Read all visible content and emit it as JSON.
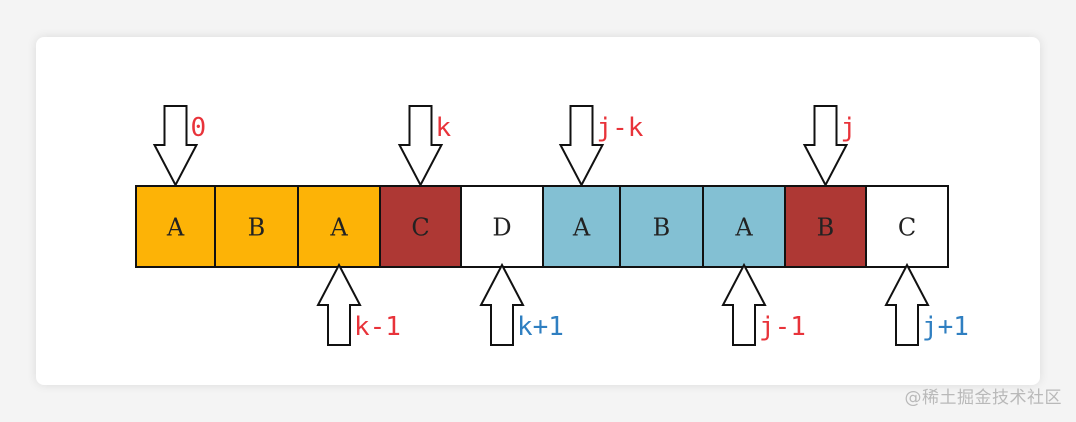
{
  "diagram": {
    "colors": {
      "orange": "#FDB306",
      "red": "#AE3834",
      "white": "#FFFFFF",
      "blue": "#83C0D3",
      "label_red": "#E8333A",
      "label_blue": "#2F7FC1",
      "border": "#111111"
    },
    "cells": [
      {
        "letter": "A",
        "color": "orange"
      },
      {
        "letter": "B",
        "color": "orange"
      },
      {
        "letter": "A",
        "color": "orange"
      },
      {
        "letter": "C",
        "color": "red"
      },
      {
        "letter": "D",
        "color": "white"
      },
      {
        "letter": "A",
        "color": "blue"
      },
      {
        "letter": "B",
        "color": "blue"
      },
      {
        "letter": "A",
        "color": "blue"
      },
      {
        "letter": "B",
        "color": "red"
      },
      {
        "letter": "C",
        "color": "white"
      }
    ],
    "top_arrows": [
      {
        "label": "0",
        "cell": 0,
        "label_color": "label_red"
      },
      {
        "label": "k",
        "cell": 3,
        "label_color": "label_red"
      },
      {
        "label": "j-k",
        "cell": 5,
        "label_color": "label_red"
      },
      {
        "label": "j",
        "cell": 8,
        "label_color": "label_red"
      }
    ],
    "bottom_arrows": [
      {
        "label": "k-1",
        "cell": 2,
        "label_color": "label_red"
      },
      {
        "label": "k+1",
        "cell": 4,
        "label_color": "label_blue"
      },
      {
        "label": "j-1",
        "cell": 7,
        "label_color": "label_red"
      },
      {
        "label": "j+1",
        "cell": 9,
        "label_color": "label_blue"
      }
    ]
  },
  "watermark": {
    "text": "@稀土掘金技术社区"
  }
}
